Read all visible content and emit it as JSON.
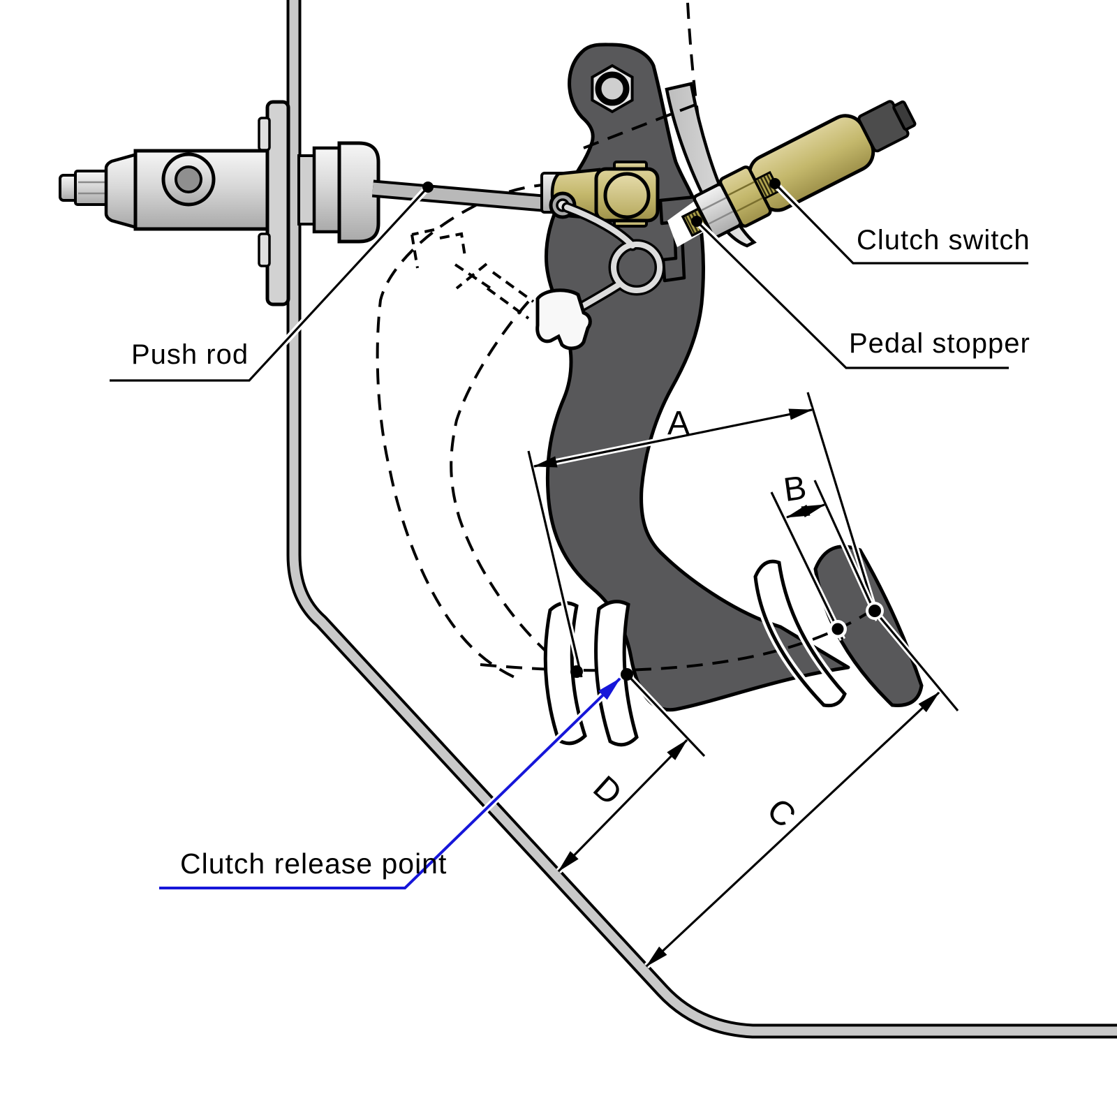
{
  "callouts": {
    "push_rod": "Push rod",
    "clutch_switch": "Clutch switch",
    "pedal_stopper": "Pedal stopper",
    "clutch_release_point": "Clutch release point"
  },
  "dimension_labels": {
    "a": "A",
    "b": "B",
    "c": "C",
    "d": "D"
  },
  "colors": {
    "accent_blue": "#1616d9",
    "pedal_gray": "#58585a",
    "brass": "#c9bc72",
    "brass_dark": "#a3954c",
    "metal_light": "#d9d9d9",
    "panel_gray": "#c9c9c9",
    "connector_gray": "#4c4c4c",
    "line_black": "#000000",
    "background": "#ffffff"
  }
}
